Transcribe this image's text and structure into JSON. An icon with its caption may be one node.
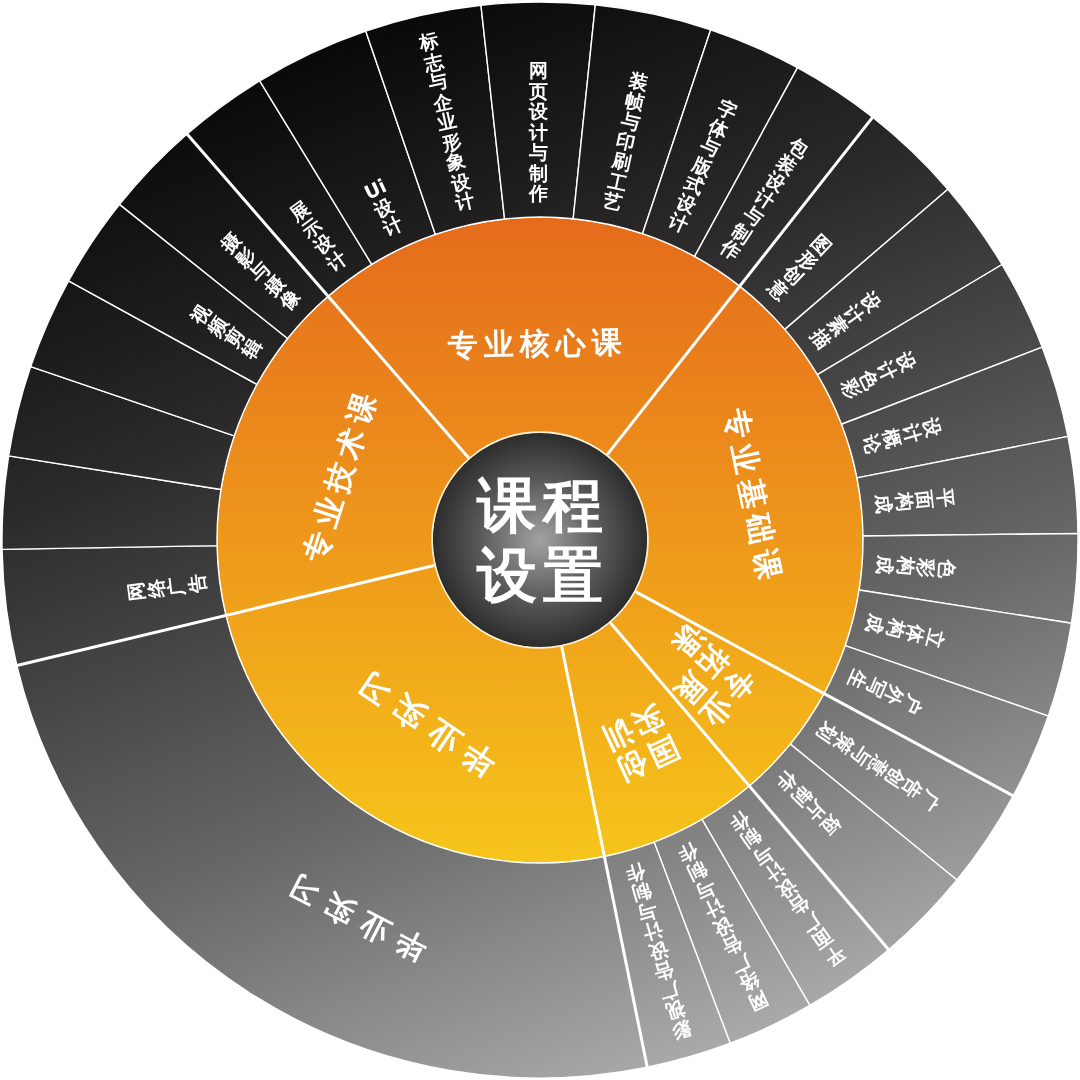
{
  "diagram": {
    "nodes": [
      {
        "text": [
          "课程设置"
        ]
      },
      {
        "text": [
          "专业核心课"
        ]
      },
      {
        "text": [
          "专业基础课"
        ]
      },
      {
        "text": [
          "专业拓展课"
        ]
      },
      {
        "text": [
          "国创实训"
        ]
      },
      {
        "text": [
          "毕业实习"
        ]
      },
      {
        "text": [
          "专业技术课"
        ]
      },
      {
        "text": [
          "展示设计"
        ]
      },
      {
        "text": [
          "Ui设计"
        ]
      },
      {
        "text": [
          "标志与企业形象设计"
        ]
      },
      {
        "text": [
          "网页设计与制作"
        ]
      },
      {
        "text": [
          "装帧与印刷工艺"
        ]
      },
      {
        "text": [
          "字体与版式设计"
        ]
      },
      {
        "text": [
          "包装设计与制作"
        ]
      },
      {
        "text": [
          "图形创意"
        ]
      },
      {
        "text": [
          "设计素描"
        ]
      },
      {
        "text": [
          "设计色彩"
        ]
      },
      {
        "text": [
          "设计概论"
        ]
      },
      {
        "text": [
          "平面构成"
        ]
      },
      {
        "text": [
          "色彩构成"
        ]
      },
      {
        "text": [
          "立体构成"
        ]
      },
      {
        "text": [
          "户外写生"
        ]
      },
      {
        "text": [
          "广告创意与策划"
        ]
      },
      {
        "text": [
          "短片制作"
        ]
      },
      {
        "text": [
          "平面广告设计与制作"
        ]
      },
      {
        "text": [
          "网络广告设计与制作"
        ]
      },
      {
        "text": [
          "影视广告设计与制作"
        ]
      },
      {
        "text": [
          "毕业实习"
        ]
      },
      {
        "text": [
          "网络广告"
        ]
      },
      {
        "text": [],
        "shape": "sector"
      },
      {
        "text": [],
        "shape": "sector"
      },
      {
        "text": [],
        "shape": "sector"
      },
      {
        "text": [
          "视频剪辑"
        ]
      },
      {
        "text": [
          "摄影与摄像"
        ]
      }
    ]
  }
}
